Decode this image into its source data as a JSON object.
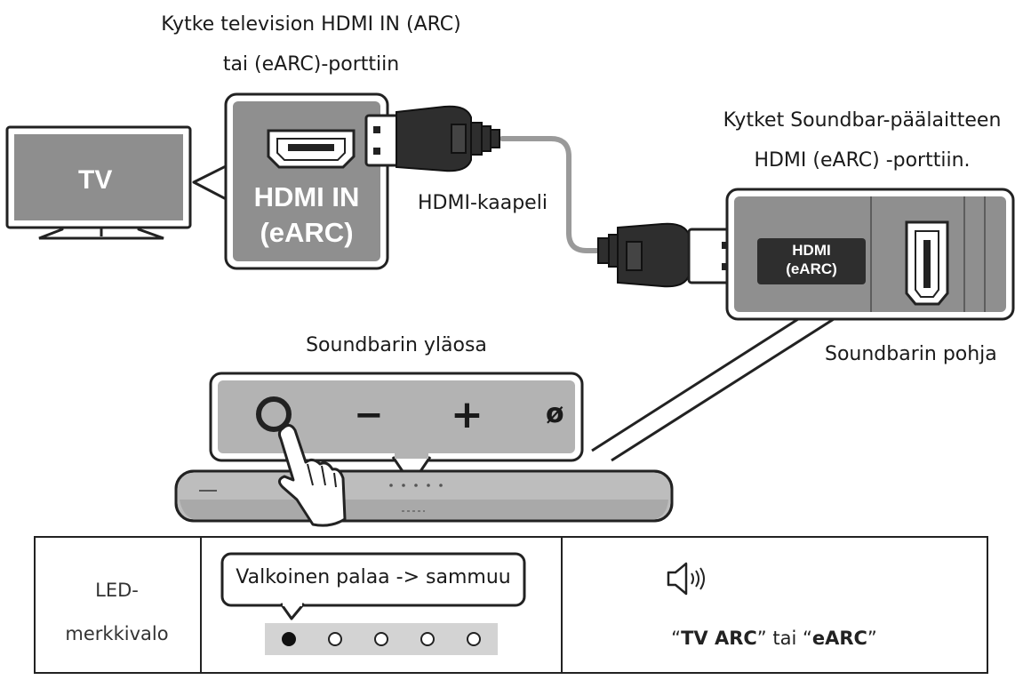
{
  "labels": {
    "tv_port_line1": "Kytke television HDMI IN (ARC)",
    "tv_port_line2": "tai (eARC)-porttiin",
    "tv": "TV",
    "hdmi_in_line1": "HDMI IN",
    "hdmi_in_line2": "(eARC)",
    "cable": "HDMI-kaapeli",
    "soundbar_port_line1": "Kytket Soundbar-päälaitteen",
    "soundbar_port_line2": "HDMI (eARC) -porttiin.",
    "port_hdmi_line1": "HDMI",
    "port_hdmi_line2": "(eARC)",
    "soundbar_bottom": "Soundbarin pohja",
    "soundbar_top": "Soundbarin yläosa"
  },
  "buttons": {
    "power": "power-button",
    "volume_down": "−",
    "volume_up": "+",
    "source": "ø"
  },
  "led_table": {
    "row_label_line1": "LED-",
    "row_label_line2": "merkkivalo",
    "callout": "Valkoinen palaa -> sammuu",
    "leds": [
      {
        "state": "on"
      },
      {
        "state": "off"
      },
      {
        "state": "off"
      },
      {
        "state": "off"
      },
      {
        "state": "off"
      }
    ],
    "speaker_icon": "speaker-icon",
    "voice_open_quote": "“",
    "voice_tv_arc": "TV ARC",
    "voice_mid": "” tai “",
    "voice_earc": "eARC",
    "voice_close_quote": "”"
  },
  "colors": {
    "panel_gray": "#8f8f8f",
    "soundbar_gray": "#b9b9b9",
    "led_strip": "#d3d3d3",
    "outline": "#1a1a1a"
  }
}
